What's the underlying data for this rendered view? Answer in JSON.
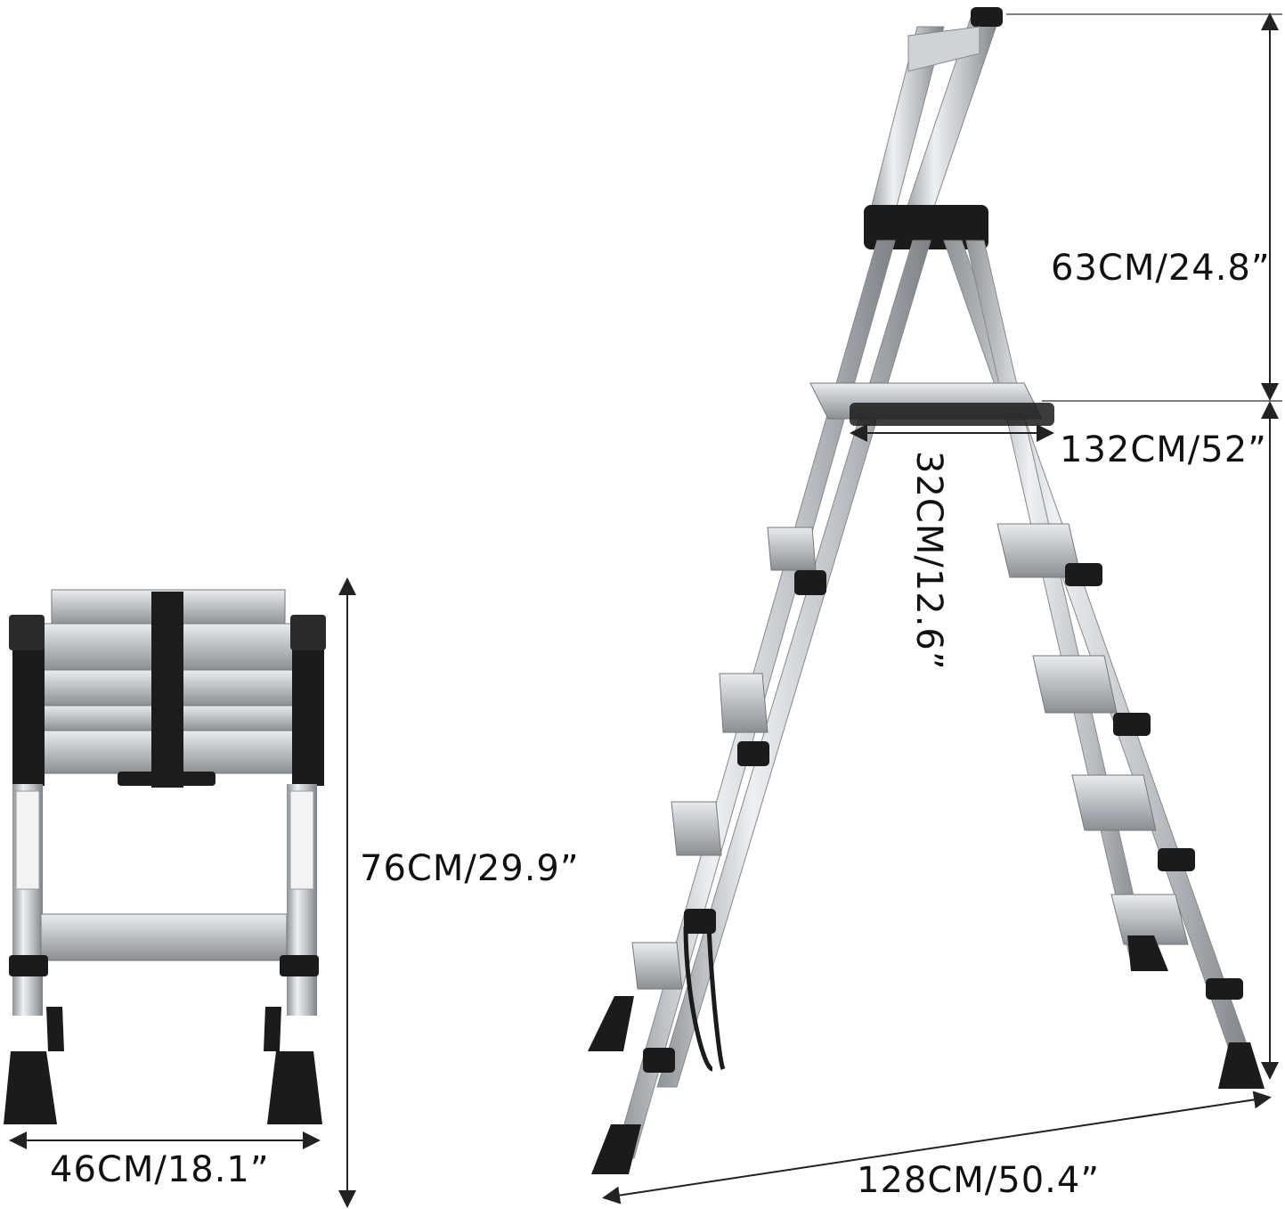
{
  "labels": {
    "height_upper": "63CM/24.8”",
    "height_lower": "132CM/52”",
    "step_depth": "32CM/12.6”",
    "folded_height": "76CM/29.9”",
    "folded_width": "46CM/18.1”",
    "base_width": "128CM/50.4”"
  },
  "colors": {
    "background": "#ffffff",
    "aluminum": "#c9cdd1",
    "aluminum_dark": "#8e9398",
    "plastic": "#1b1b1b",
    "dimension_line": "#222222",
    "text": "#111111"
  }
}
